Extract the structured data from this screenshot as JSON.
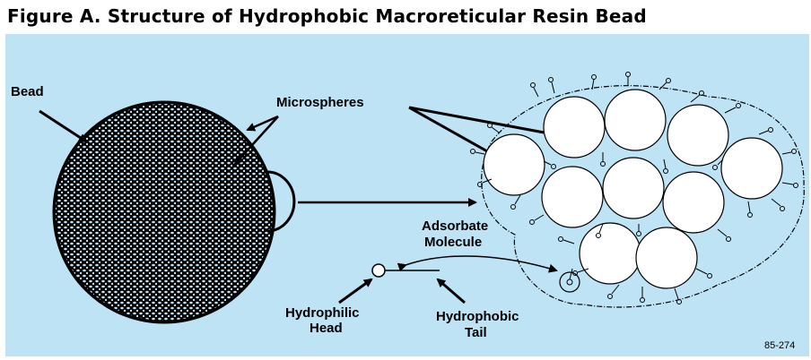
{
  "figure": {
    "title": "Figure A. Structure of Hydrophobic Macroreticular Resin Bead",
    "figure_code": "85-274"
  },
  "labels": {
    "bead": "Bead",
    "microspheres": "Microspheres",
    "adsorbate_line1": "Adsorbate",
    "adsorbate_line2": "Molecule",
    "hydrophilic_line1": "Hydrophilic",
    "hydrophilic_line2": "Head",
    "hydrophobic_line1": "Hydrophobic",
    "hydrophobic_line2": "Tail"
  },
  "colors": {
    "panel_background": "#bde3f5",
    "ink": "#000000"
  }
}
